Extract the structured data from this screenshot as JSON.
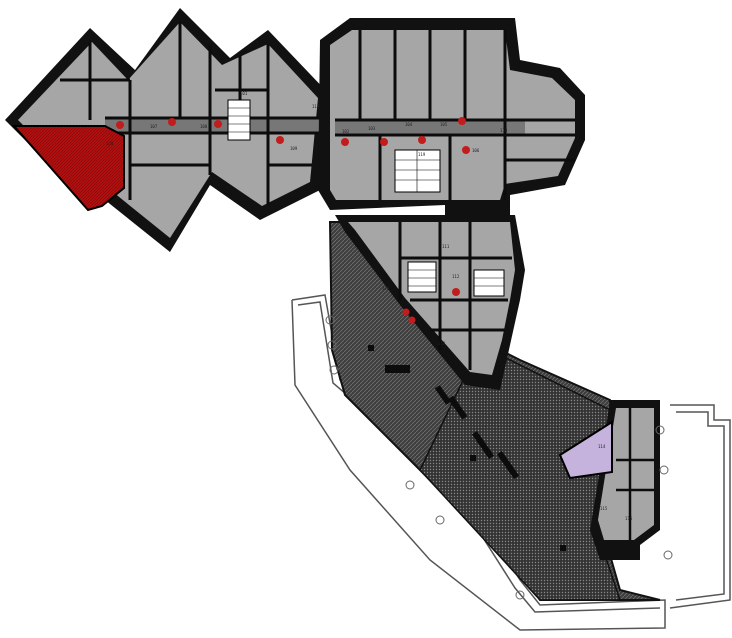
{
  "plan": {
    "colors": {
      "wall": "#0c0c0c",
      "floor": "#a6a6a6",
      "floor_dark": "#6f6f6f",
      "terrace": "#4a4a4a",
      "outline": "#555555",
      "highlight_apartment": "#b30f0f",
      "highlight_room": "#c5b3dd",
      "door_marker": "#c21c1c"
    },
    "highlights": [
      {
        "id": "apartment-west",
        "color": "#b30f0f"
      },
      {
        "id": "room-southeast",
        "color": "#c5b3dd"
      }
    ],
    "room_labels": [
      "101",
      "102",
      "103",
      "104",
      "105",
      "106",
      "107",
      "108",
      "109",
      "110",
      "111",
      "112",
      "113",
      "114",
      "115",
      "116",
      "117",
      "118",
      "119",
      "120"
    ]
  }
}
